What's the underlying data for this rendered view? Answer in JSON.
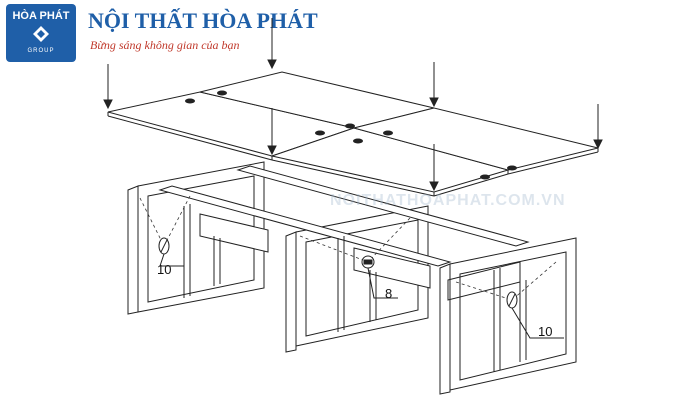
{
  "logo": {
    "top_text": "HÒA PHÁT",
    "bottom_text": "GROUP"
  },
  "brand": {
    "title": "NỘI THẤT HÒA PHÁT",
    "slogan": "Bừng sáng không gian của bạn"
  },
  "watermark": "NOITHATHOAPHAT.COM.VN",
  "callouts": {
    "left": "10",
    "center": "8",
    "right": "10"
  },
  "colors": {
    "brand_blue": "#1f5fa8",
    "slogan_red": "#c0392b",
    "line": "#222222"
  }
}
